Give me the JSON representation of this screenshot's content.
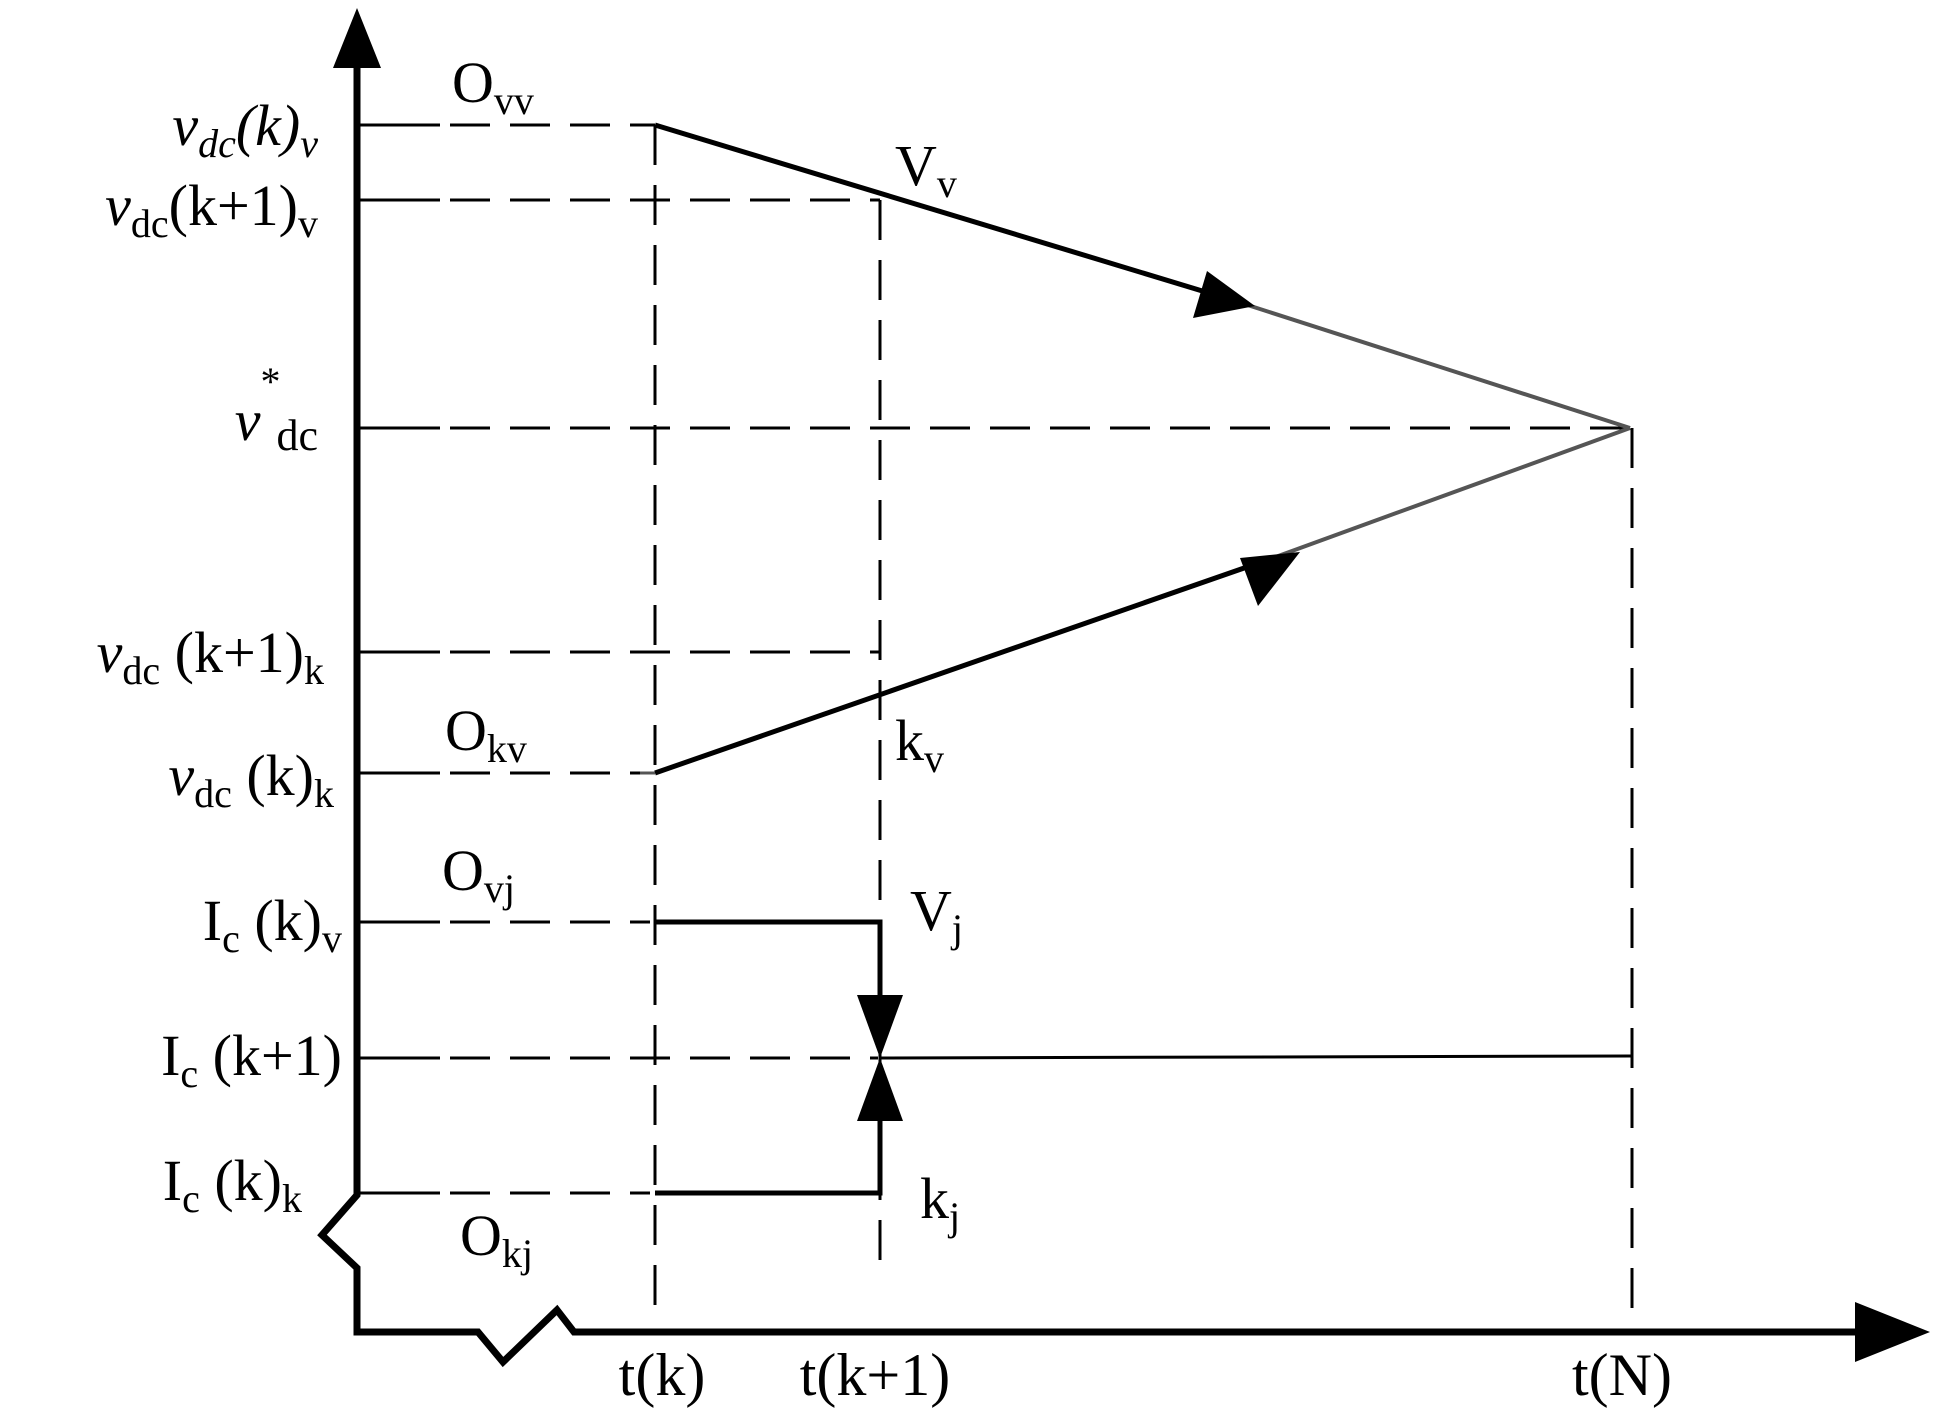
{
  "y_labels": {
    "vdc_k_v": {
      "main": "v",
      "sub": "dc",
      "paren": "(k)",
      "sub2": "v"
    },
    "vdc_k1_v": {
      "main": "v",
      "sub": "dc",
      "paren": "(k+1)",
      "sub2": "v"
    },
    "vdc_ref": {
      "main": "v",
      "sup": "*",
      "sub": "dc"
    },
    "vdc_k1_k": {
      "main": "v",
      "sub": "dc",
      "paren": " (k+1)",
      "sub2": "k"
    },
    "vdc_k_k": {
      "main": "v",
      "sub": "dc",
      "paren": " (k)",
      "sub2": "k"
    },
    "ic_k_v": {
      "main": "I",
      "sub": "c",
      "paren": " (k)",
      "sub2": "v"
    },
    "ic_k1": {
      "main": "I",
      "sub": "c",
      "paren": " (k+1)"
    },
    "ic_k_k": {
      "main": "I",
      "sub": "c",
      "paren": " (k)",
      "sub2": "k"
    }
  },
  "x_labels": {
    "tk": "t(k)",
    "tk1": "t(k+1)",
    "tN": "t(N)"
  },
  "point_labels": {
    "O_vv": {
      "main": "O",
      "sub": "vv"
    },
    "V_v": {
      "main": "V",
      "sub": "v"
    },
    "O_kv": {
      "main": "O",
      "sub": "kv"
    },
    "k_v": {
      "main": "k",
      "sub": "v"
    },
    "O_vj": {
      "main": "O",
      "sub": "vj"
    },
    "V_j": {
      "main": "V",
      "sub": "j"
    },
    "O_kj": {
      "main": "O",
      "sub": "kj"
    },
    "k_j": {
      "main": "k",
      "sub": "j"
    }
  },
  "colors": {
    "line": "#000000",
    "gray_segment": "#555555"
  }
}
